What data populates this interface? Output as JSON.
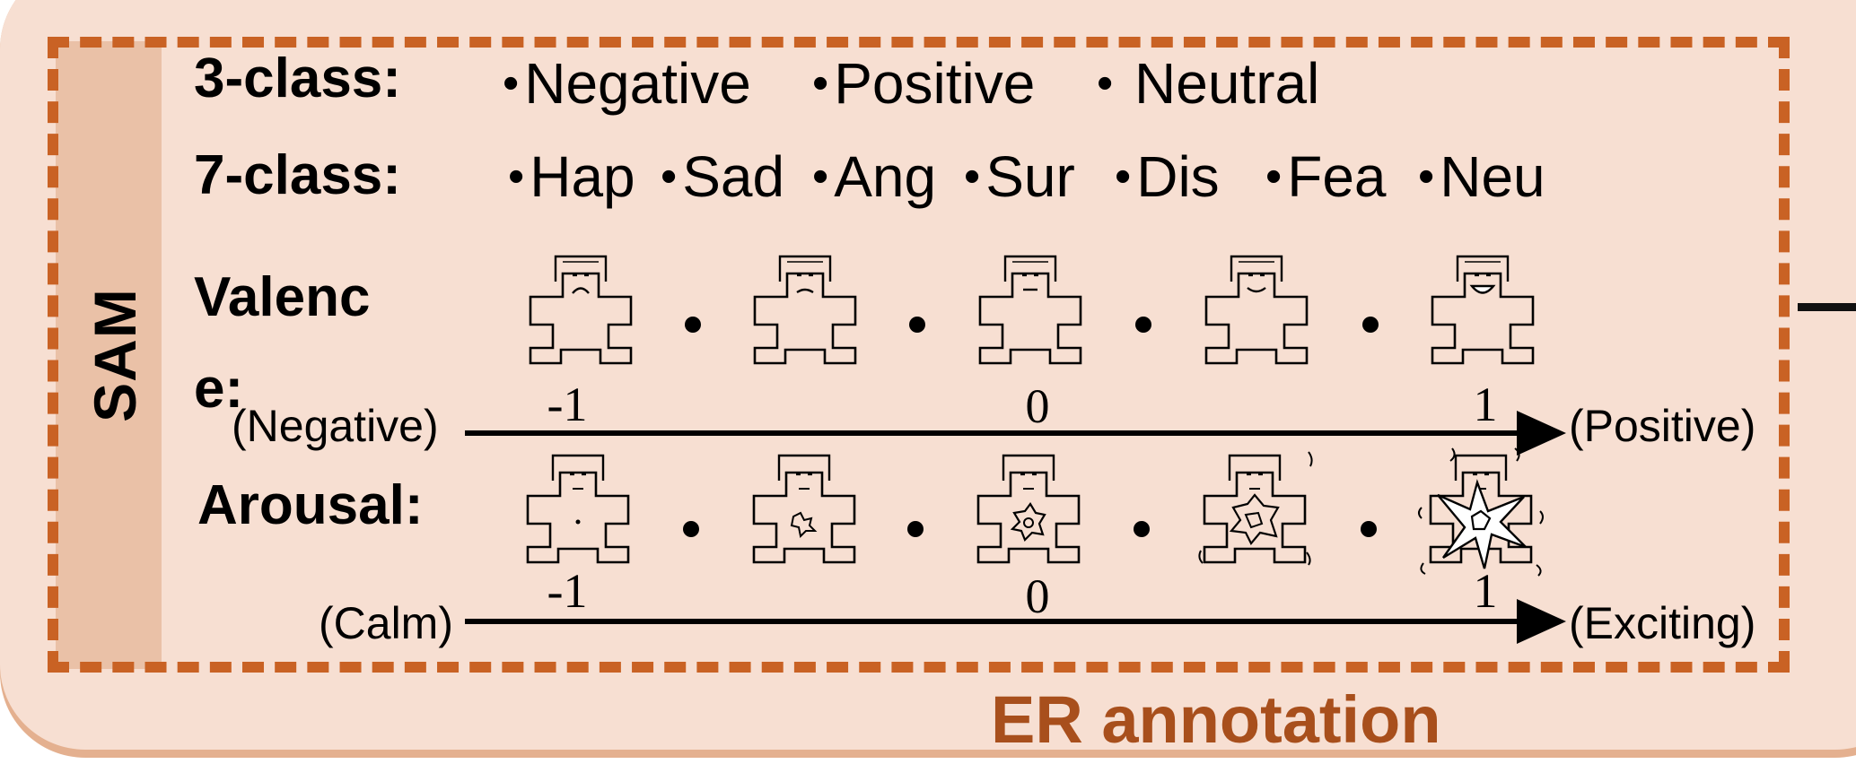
{
  "panel": {
    "section_label": "SAM",
    "footer_title": "ER annotation"
  },
  "three_class": {
    "label": "3-class:",
    "items": [
      "Negative",
      "Positive",
      "Neutral"
    ]
  },
  "seven_class": {
    "label": "7-class:",
    "items": [
      "Hap",
      "Sad",
      "Ang",
      "Sur",
      "Dis",
      "Fea",
      "Neu"
    ]
  },
  "valence": {
    "label_line1": "Valenc",
    "label_line2": "e:",
    "left_end": "(Negative)",
    "right_end": "(Positive)",
    "ticks": [
      "-1",
      "0",
      "1"
    ],
    "levels": [
      -1,
      -0.5,
      0,
      0.5,
      1
    ]
  },
  "arousal": {
    "label": "Arousal:",
    "left_end": "(Calm)",
    "right_end": "(Exciting)",
    "ticks": [
      "-1",
      "0",
      "1"
    ],
    "levels": [
      -1,
      -0.5,
      0,
      0.5,
      1
    ]
  },
  "colors": {
    "panel_bg": "#f7dfd2",
    "dashed_border": "#c96224",
    "sam_strip": "#eac1a7",
    "title_text": "#a84f1c"
  },
  "icons": {
    "manikin": "sam-manikin-icon",
    "separator": "bullet-dot-icon"
  }
}
